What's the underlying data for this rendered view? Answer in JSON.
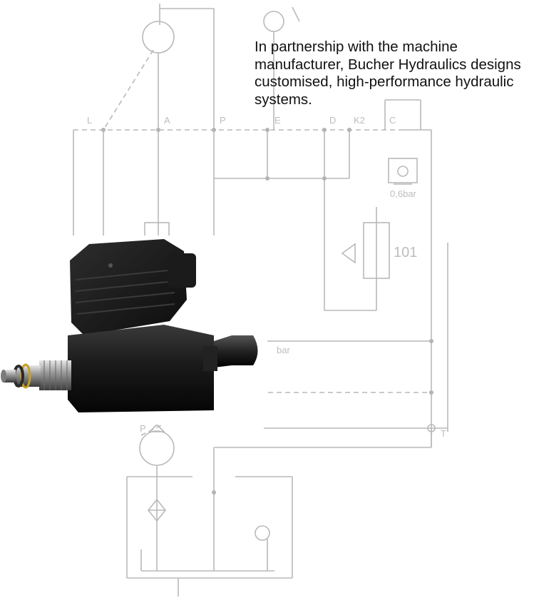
{
  "intro_text": "In partnership with the machine manufacturer, Bucher Hydraulics designs customised, high-performance hydraulic systems.",
  "schematic": {
    "port_labels": [
      "L",
      "A",
      "P",
      "E",
      "D",
      "K2",
      "C"
    ],
    "pressure_note": "bar",
    "setting_note": "0,6bar",
    "valve_tag": "101",
    "tank_port": "T",
    "pump_tag": "P"
  },
  "colors": {
    "text": "#111111",
    "schematic_line": "#b9b9b9",
    "solenoid_body": "#151515",
    "connector_body": "#1e1e1e",
    "seal_ring": "#c8a020"
  },
  "icons": [
    "solenoid-valve-photo",
    "hydraulic-pump-symbol",
    "filter-symbol",
    "tank-symbol",
    "gauge-symbol"
  ]
}
